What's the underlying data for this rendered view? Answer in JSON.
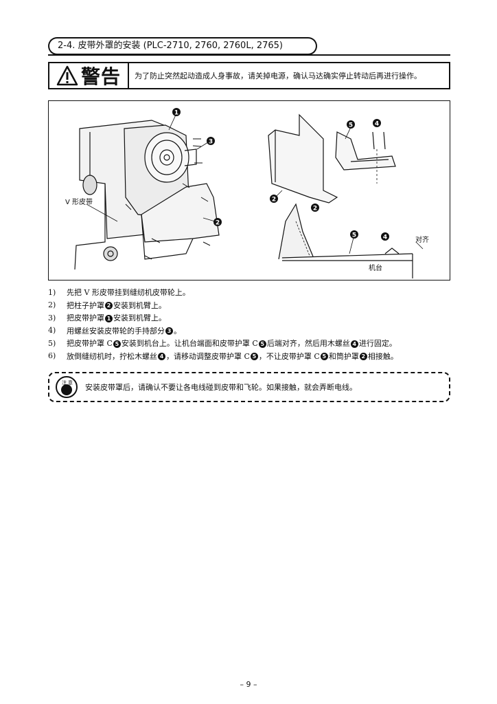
{
  "section": {
    "title": "2-4. 皮带外罩的安装 (PLC-2710, 2760, 2760L, 2765)"
  },
  "warning": {
    "label": "警告",
    "text": "为了防止突然起动造成人身事故，请关掉电源，确认马达确实停止转动后再进行操作。"
  },
  "figure": {
    "left_labels": {
      "belt": "V 形皮带",
      "n1": "1",
      "n2": "2",
      "n3": "3"
    },
    "right_labels": {
      "n2a": "2",
      "n2b": "2",
      "n4": "4",
      "n4b": "4",
      "n5a": "5",
      "n5b": "5",
      "align": "对齐",
      "table": "机台"
    }
  },
  "steps": [
    {
      "num": "1)",
      "parts": [
        "先把 V 形皮带挂到缝纫机皮带轮上。"
      ]
    },
    {
      "num": "2)",
      "parts": [
        "把柱子护罩",
        "2",
        "安装到机臂上。"
      ]
    },
    {
      "num": "3)",
      "parts": [
        "把皮带护罩",
        "1",
        "安装到机臂上。"
      ]
    },
    {
      "num": "4)",
      "parts": [
        "用螺丝安装皮带轮的手持部分",
        "3",
        "。"
      ]
    },
    {
      "num": "5)",
      "parts": [
        "把皮带护罩 C",
        "5",
        "安装到机台上。让机台端面和皮带护罩 C",
        "5",
        "后端对齐，然后用木螺丝",
        "4",
        "进行固定。"
      ]
    },
    {
      "num": "6)",
      "parts": [
        "放倒缝纫机时，拧松木螺丝",
        "4",
        "，请移动调整皮带护罩 C",
        "5",
        "，不让皮带护罩 C",
        "5",
        "和筒护罩",
        "2",
        "相接触。"
      ]
    }
  ],
  "caution": {
    "icon_text": "注意",
    "text": "安装皮带罩后，请确认不要让各电线碰到皮带和飞轮。如果接触，就会弄断电线。"
  },
  "page": {
    "number": "– 9 –"
  }
}
